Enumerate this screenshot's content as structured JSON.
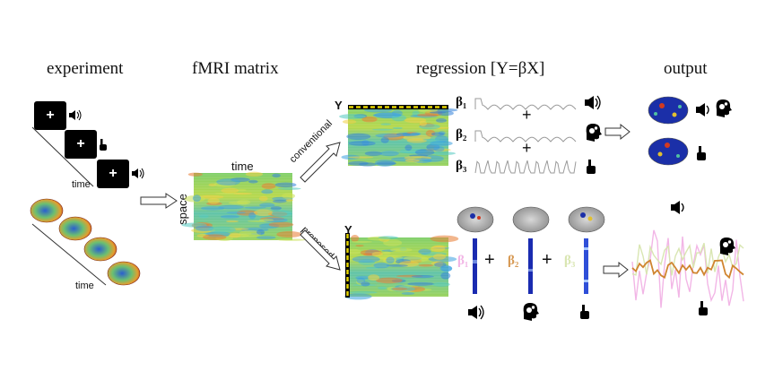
{
  "headings": {
    "experiment": "experiment",
    "fmri": "fMRI matrix",
    "regression": "regression [Y=βX]",
    "output": "output"
  },
  "labels": {
    "time_stim": "time",
    "time_brain": "time",
    "time_matrix": "time",
    "space": "space",
    "conventional": "conventional",
    "proposed": "proposed",
    "y_top": "Y",
    "y_bottom": "Y",
    "fixation": "+",
    "plus": "+"
  },
  "betas": {
    "b1": "β₁",
    "b2": "β₂",
    "b3": "β₃"
  },
  "icons": [
    "speaker-icon",
    "head-gears-icon",
    "pointing-hand-icon",
    "brain-map-icon"
  ],
  "colors": {
    "beta1_faded": "#f2b6e6",
    "beta2": "#d79a55",
    "beta3_faded": "#d9e6b2",
    "bar_blue": "#1a2bb0",
    "dashed_yellow": "#e4d400"
  }
}
